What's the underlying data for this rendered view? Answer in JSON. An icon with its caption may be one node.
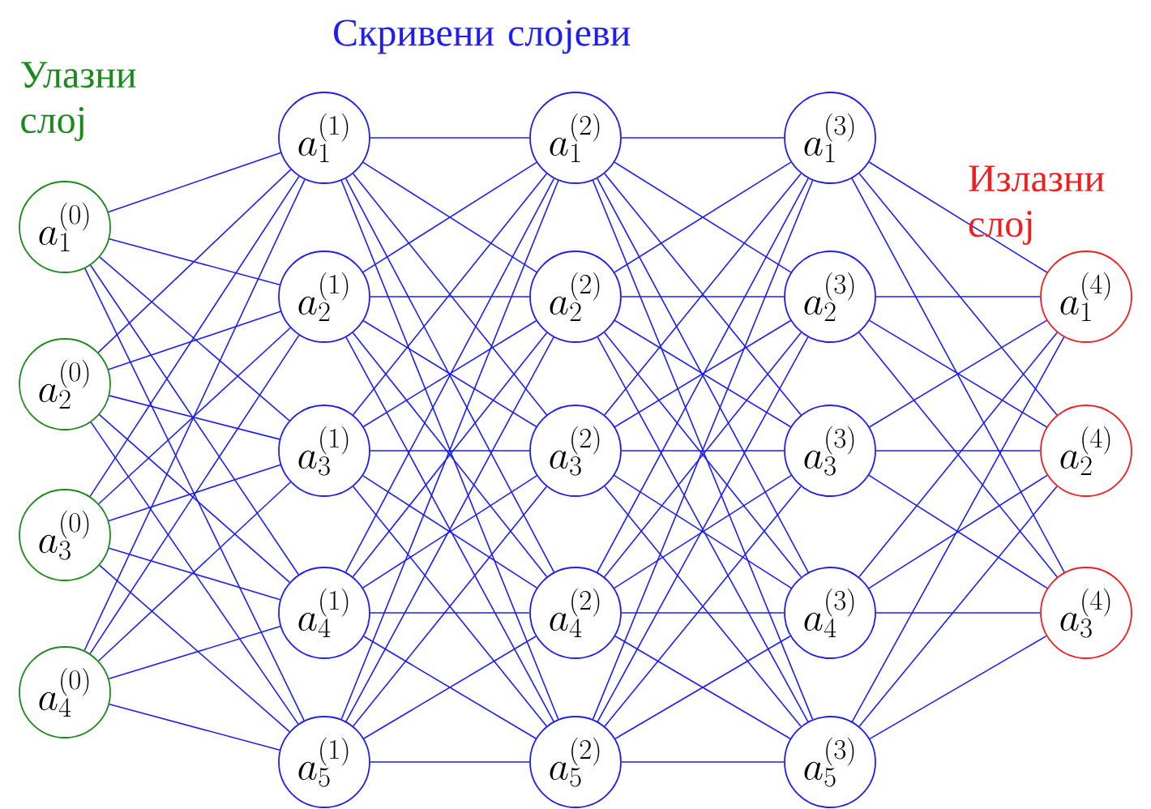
{
  "diagram": {
    "nodes": [
      {
        "text": [
          "a_1^{(0)}"
        ]
      },
      {
        "text": [
          "a_2^{(0)}"
        ]
      },
      {
        "text": [
          "a_3^{(0)}"
        ]
      },
      {
        "text": [
          "a_4^{(0)}"
        ]
      },
      {
        "text": [
          "a_1^{(1)}"
        ]
      },
      {
        "text": [
          "a_2^{(1)}"
        ]
      },
      {
        "text": [
          "a_3^{(1)}"
        ]
      },
      {
        "text": [
          "a_4^{(1)}"
        ]
      },
      {
        "text": [
          "a_5^{(1)}"
        ]
      },
      {
        "text": [
          "a_1^{(2)}"
        ]
      },
      {
        "text": [
          "a_2^{(2)}"
        ]
      },
      {
        "text": [
          "a_3^{(2)}"
        ]
      },
      {
        "text": [
          "a_4^{(2)}"
        ]
      },
      {
        "text": [
          "a_5^{(2)}"
        ]
      },
      {
        "text": [
          "a_1^{(3)}"
        ]
      },
      {
        "text": [
          "a_2^{(3)}"
        ]
      },
      {
        "text": [
          "a_3^{(3)}"
        ]
      },
      {
        "text": [
          "a_4^{(3)}"
        ]
      },
      {
        "text": [
          "a_5^{(3)}"
        ]
      },
      {
        "text": [
          "a_1^{(4)}"
        ]
      },
      {
        "text": [
          "a_2^{(4)}"
        ]
      },
      {
        "text": [
          "a_3^{(4)}"
        ]
      }
    ],
    "edges": [
      {
        "from": 0,
        "to": 4,
        "arrow": "none"
      },
      {
        "from": 0,
        "to": 5,
        "arrow": "none"
      },
      {
        "from": 0,
        "to": 6,
        "arrow": "none"
      },
      {
        "from": 0,
        "to": 7,
        "arrow": "none"
      },
      {
        "from": 0,
        "to": 8,
        "arrow": "none"
      },
      {
        "from": 1,
        "to": 4,
        "arrow": "none"
      },
      {
        "from": 1,
        "to": 5,
        "arrow": "none"
      },
      {
        "from": 1,
        "to": 6,
        "arrow": "none"
      },
      {
        "from": 1,
        "to": 7,
        "arrow": "none"
      },
      {
        "from": 1,
        "to": 8,
        "arrow": "none"
      },
      {
        "from": 2,
        "to": 4,
        "arrow": "none"
      },
      {
        "from": 2,
        "to": 5,
        "arrow": "none"
      },
      {
        "from": 2,
        "to": 6,
        "arrow": "none"
      },
      {
        "from": 2,
        "to": 7,
        "arrow": "none"
      },
      {
        "from": 2,
        "to": 8,
        "arrow": "none"
      },
      {
        "from": 3,
        "to": 4,
        "arrow": "none"
      },
      {
        "from": 3,
        "to": 5,
        "arrow": "none"
      },
      {
        "from": 3,
        "to": 6,
        "arrow": "none"
      },
      {
        "from": 3,
        "to": 7,
        "arrow": "none"
      },
      {
        "from": 3,
        "to": 8,
        "arrow": "none"
      },
      {
        "from": 4,
        "to": 9,
        "arrow": "none"
      },
      {
        "from": 4,
        "to": 10,
        "arrow": "none"
      },
      {
        "from": 4,
        "to": 11,
        "arrow": "none"
      },
      {
        "from": 4,
        "to": 12,
        "arrow": "none"
      },
      {
        "from": 4,
        "to": 13,
        "arrow": "none"
      },
      {
        "from": 5,
        "to": 9,
        "arrow": "none"
      },
      {
        "from": 5,
        "to": 10,
        "arrow": "none"
      },
      {
        "from": 5,
        "to": 11,
        "arrow": "none"
      },
      {
        "from": 5,
        "to": 12,
        "arrow": "none"
      },
      {
        "from": 5,
        "to": 13,
        "arrow": "none"
      },
      {
        "from": 6,
        "to": 9,
        "arrow": "none"
      },
      {
        "from": 6,
        "to": 10,
        "arrow": "none"
      },
      {
        "from": 6,
        "to": 11,
        "arrow": "none"
      },
      {
        "from": 6,
        "to": 12,
        "arrow": "none"
      },
      {
        "from": 6,
        "to": 13,
        "arrow": "none"
      },
      {
        "from": 7,
        "to": 9,
        "arrow": "none"
      },
      {
        "from": 7,
        "to": 10,
        "arrow": "none"
      },
      {
        "from": 7,
        "to": 11,
        "arrow": "none"
      },
      {
        "from": 7,
        "to": 12,
        "arrow": "none"
      },
      {
        "from": 7,
        "to": 13,
        "arrow": "none"
      },
      {
        "from": 8,
        "to": 9,
        "arrow": "none"
      },
      {
        "from": 8,
        "to": 10,
        "arrow": "none"
      },
      {
        "from": 8,
        "to": 11,
        "arrow": "none"
      },
      {
        "from": 8,
        "to": 12,
        "arrow": "none"
      },
      {
        "from": 8,
        "to": 13,
        "arrow": "none"
      },
      {
        "from": 9,
        "to": 14,
        "arrow": "none"
      },
      {
        "from": 9,
        "to": 15,
        "arrow": "none"
      },
      {
        "from": 9,
        "to": 16,
        "arrow": "none"
      },
      {
        "from": 9,
        "to": 17,
        "arrow": "none"
      },
      {
        "from": 9,
        "to": 18,
        "arrow": "none"
      },
      {
        "from": 10,
        "to": 14,
        "arrow": "none"
      },
      {
        "from": 10,
        "to": 15,
        "arrow": "none"
      },
      {
        "from": 10,
        "to": 16,
        "arrow": "none"
      },
      {
        "from": 10,
        "to": 17,
        "arrow": "none"
      },
      {
        "from": 10,
        "to": 18,
        "arrow": "none"
      },
      {
        "from": 11,
        "to": 14,
        "arrow": "none"
      },
      {
        "from": 11,
        "to": 15,
        "arrow": "none"
      },
      {
        "from": 11,
        "to": 16,
        "arrow": "none"
      },
      {
        "from": 11,
        "to": 17,
        "arrow": "none"
      },
      {
        "from": 11,
        "to": 18,
        "arrow": "none"
      },
      {
        "from": 12,
        "to": 14,
        "arrow": "none"
      },
      {
        "from": 12,
        "to": 15,
        "arrow": "none"
      },
      {
        "from": 12,
        "to": 16,
        "arrow": "none"
      },
      {
        "from": 12,
        "to": 17,
        "arrow": "none"
      },
      {
        "from": 12,
        "to": 18,
        "arrow": "none"
      },
      {
        "from": 13,
        "to": 14,
        "arrow": "none"
      },
      {
        "from": 13,
        "to": 15,
        "arrow": "none"
      },
      {
        "from": 13,
        "to": 16,
        "arrow": "none"
      },
      {
        "from": 13,
        "to": 17,
        "arrow": "none"
      },
      {
        "from": 13,
        "to": 18,
        "arrow": "none"
      },
      {
        "from": 14,
        "to": 19,
        "arrow": "none"
      },
      {
        "from": 14,
        "to": 20,
        "arrow": "none"
      },
      {
        "from": 14,
        "to": 21,
        "arrow": "none"
      },
      {
        "from": 15,
        "to": 19,
        "arrow": "none"
      },
      {
        "from": 15,
        "to": 20,
        "arrow": "none"
      },
      {
        "from": 15,
        "to": 21,
        "arrow": "none"
      },
      {
        "from": 16,
        "to": 19,
        "arrow": "none"
      },
      {
        "from": 16,
        "to": 20,
        "arrow": "none"
      },
      {
        "from": 16,
        "to": 21,
        "arrow": "none"
      },
      {
        "from": 17,
        "to": 19,
        "arrow": "none"
      },
      {
        "from": 17,
        "to": 20,
        "arrow": "none"
      },
      {
        "from": 17,
        "to": 21,
        "arrow": "none"
      },
      {
        "from": 18,
        "to": 19,
        "arrow": "none"
      },
      {
        "from": 18,
        "to": 20,
        "arrow": "none"
      },
      {
        "from": 18,
        "to": 21,
        "arrow": "none"
      }
    ],
    "labels": [
      "Улазни слој",
      "Скривени слојеви",
      "Излазни слој"
    ]
  }
}
